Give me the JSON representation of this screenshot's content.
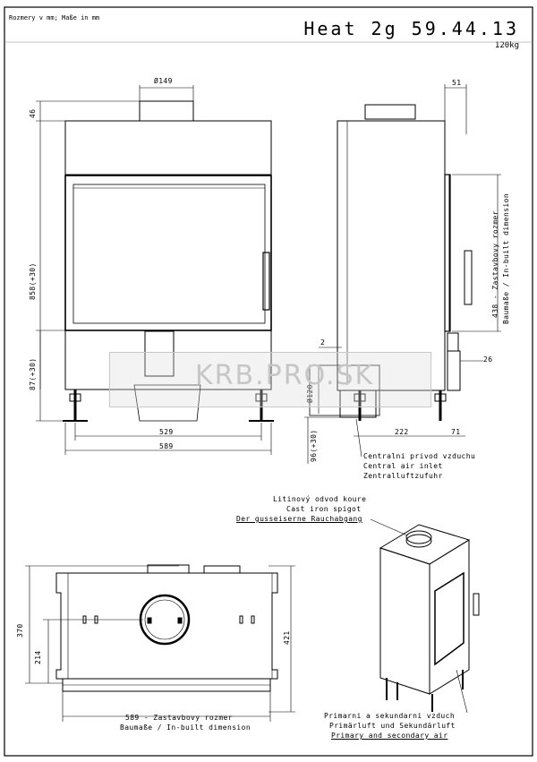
{
  "header": {
    "units_note": "Rozmery v mm; Maße in mm",
    "model": "Heat 2g 59.44.13",
    "weight": "120kg"
  },
  "front_view": {
    "flue_diameter": "Ø149",
    "top_offset": "46",
    "height_main": "858(+30)",
    "leg_height": "87(+30)",
    "inner_width": "529",
    "outer_width": "589"
  },
  "side_view": {
    "depth_top": "51",
    "gap": "2",
    "inlet_diameter": "Ø120",
    "inbuilt_height": "438 - Zastavbovy rozmer",
    "inbuilt_height_de_en": "Baumaße / In-built dimension",
    "lower_offset": "26",
    "inlet_height": "96(+30)",
    "depth_bottom": "222",
    "depth_right": "71",
    "air_inlet_cz": "Centralni privod vzduchu",
    "air_inlet_en": "Central air inlet",
    "air_inlet_de": "Zentralluftzufuhr"
  },
  "spigot_label": {
    "cz": "Litinový odvod koure",
    "en": "Cast iron spigot",
    "de": "Der gusseiserne Rauchabgang"
  },
  "top_view": {
    "depth_370": "370",
    "offset_214": "214",
    "depth_421": "421",
    "width_label": "589 - Zastavbovy rozmer",
    "width_label_2": "Baumaße / In-built dimension"
  },
  "air_label": {
    "cz": "Primarni a sekundarni vzduch",
    "de": "Primärluft und Sekundärluft",
    "en": "Primary and secondary air"
  },
  "watermark": "KRB.PRO.SK"
}
